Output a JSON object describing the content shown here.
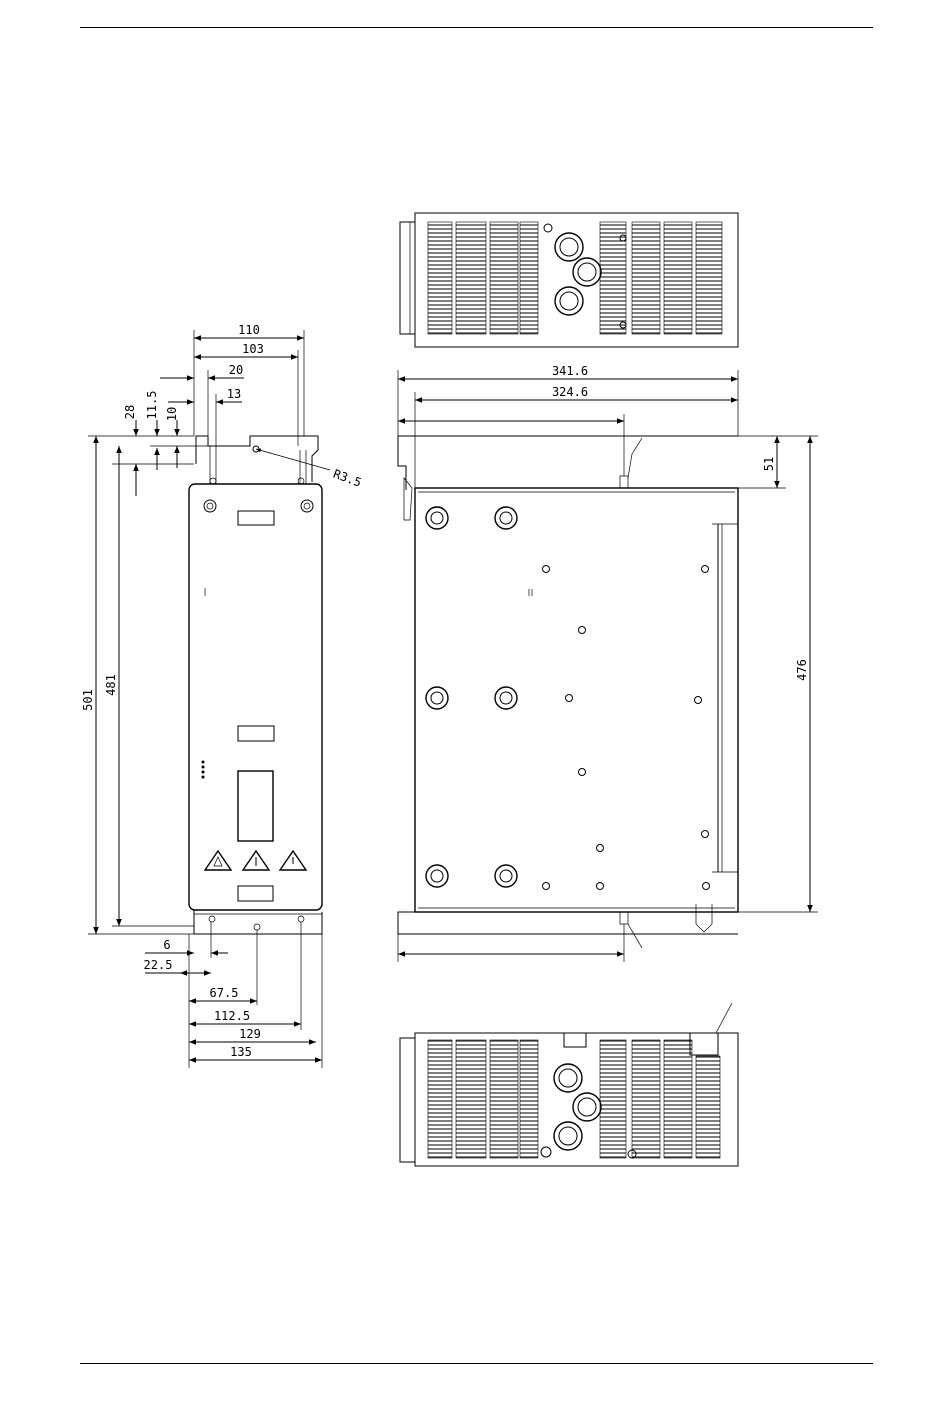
{
  "dims": {
    "front": {
      "w110": "110",
      "w103": "103",
      "w20": "20",
      "w13": "13",
      "h28": "28",
      "h11_5": "11.5",
      "h10": "10",
      "r3_5": "R3.5",
      "h501": "501",
      "h481": "481",
      "b6": "6",
      "b22_5": "22.5",
      "b67_5": "67.5",
      "b112_5": "112.5",
      "b129": "129",
      "b135": "135"
    },
    "side": {
      "w341_6": "341.6",
      "w324_6": "324.6",
      "h51": "51",
      "h476": "476"
    }
  }
}
